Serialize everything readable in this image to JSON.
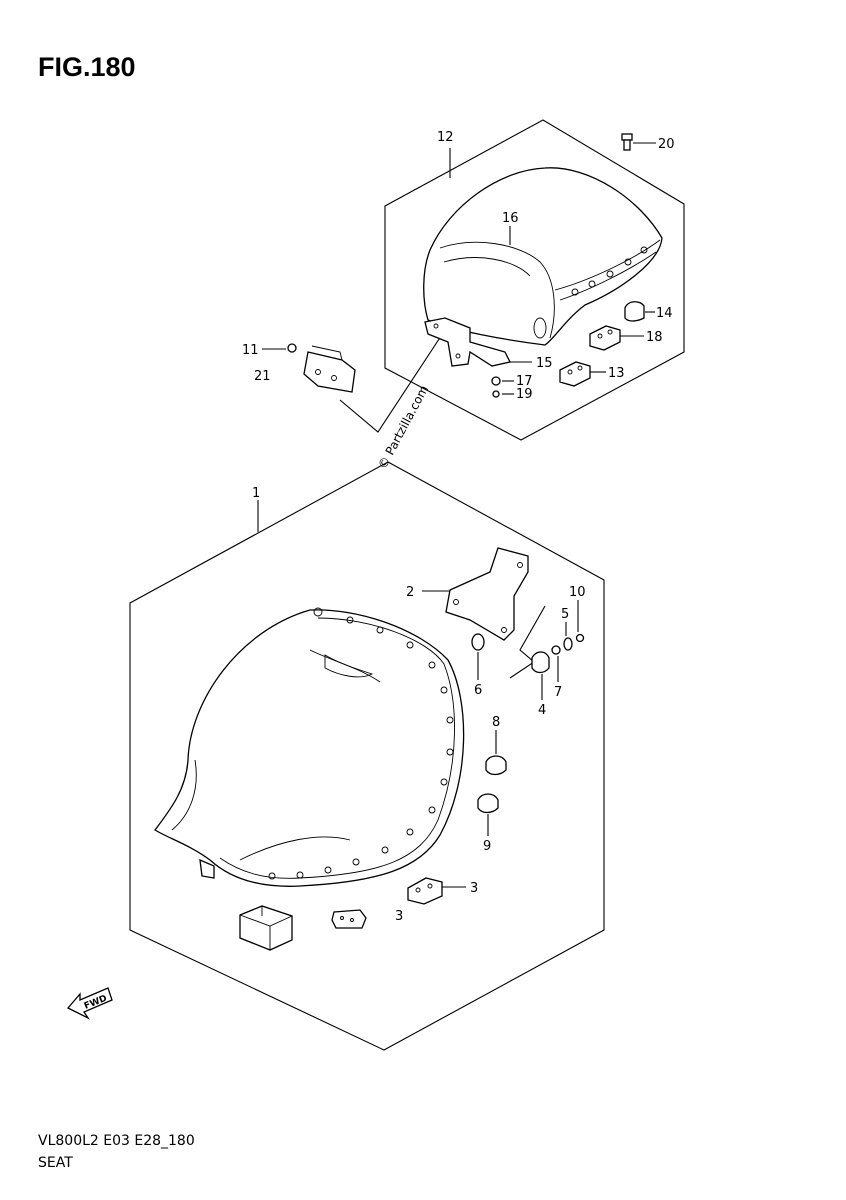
{
  "figure": {
    "title": "FIG.180",
    "code": "VL800L2 E03 E28_180",
    "name": "SEAT"
  },
  "watermark": "© Partzilla.com",
  "fwd_label": "FWD",
  "callouts": {
    "c1": "1",
    "c2": "2",
    "c3a": "3",
    "c3b": "3",
    "c4": "4",
    "c5": "5",
    "c6": "6",
    "c7": "7",
    "c8": "8",
    "c9": "9",
    "c10": "10",
    "c11": "11",
    "c12": "12",
    "c13": "13",
    "c14": "14",
    "c15": "15",
    "c16": "16",
    "c17": "17",
    "c18": "18",
    "c19": "19",
    "c20": "20",
    "c21": "21"
  }
}
